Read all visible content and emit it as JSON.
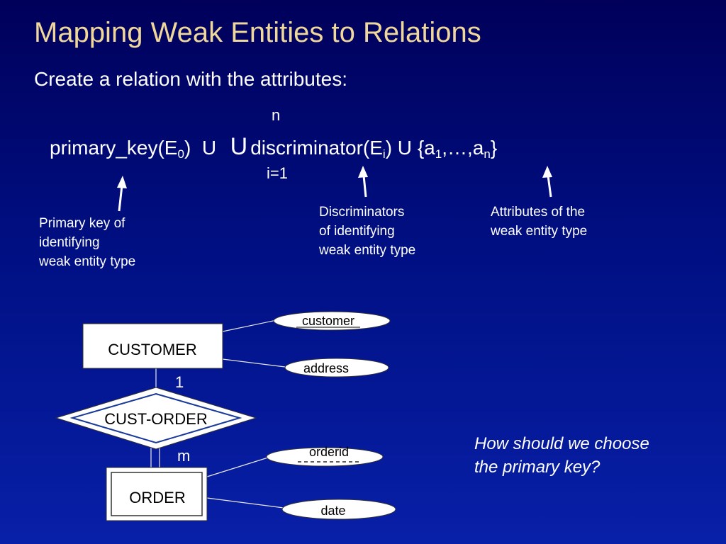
{
  "slide": {
    "title": "Mapping Weak Entities to Relations",
    "subtitle": "Create a relation with the attributes:"
  },
  "formula": {
    "pk_text": "primary_key(E",
    "pk_sub": "0",
    "pk_close": ")",
    "union_op": "U",
    "big_union": "U",
    "union_top": "n",
    "union_bottom": "i=1",
    "disc_text": "discriminator(E",
    "disc_sub": "i",
    "disc_close": ")",
    "union_op2": "U",
    "attrs_open": "{a",
    "attrs_sub1": "1",
    "attrs_mid": ",…,a",
    "attrs_subn": "n",
    "attrs_close": "}"
  },
  "notes": {
    "pk": "Primary key of\nidentifying\nweak entity type",
    "disc": "Discriminators\nof identifying\nweak entity type",
    "attrs": "Attributes of the\nweak entity type"
  },
  "diagram": {
    "customer_entity": "CUSTOMER",
    "order_entity": "ORDER",
    "relationship": "CUST-ORDER",
    "card_one": "1",
    "card_many": "m",
    "attr_customer": "customer",
    "attr_address": "address",
    "attr_orderid": "orderid",
    "attr_date": "date"
  },
  "question": "How should we choose\nthe primary key?"
}
